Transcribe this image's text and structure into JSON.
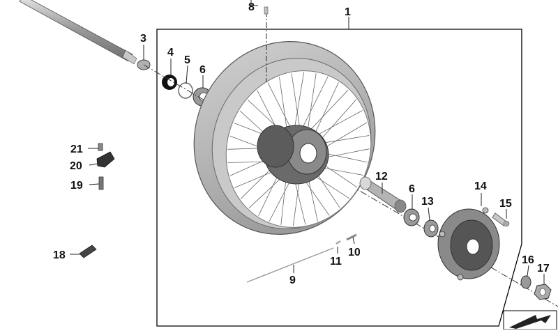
{
  "callouts": {
    "c1": "1",
    "c3": "3",
    "c4": "4",
    "c5": "5",
    "c6a": "6",
    "c6b": "6",
    "c8": "8",
    "c9": "9",
    "c10": "10",
    "c11": "11",
    "c12": "12",
    "c13": "13",
    "c14": "14",
    "c15": "15",
    "c16": "16",
    "c17": "17",
    "c18": "18",
    "c19": "19",
    "c20": "20",
    "c21": "21"
  },
  "colors": {
    "rim_outer": "#a9a9a9",
    "rim_inner": "#c9c9c9",
    "hub_dark": "#5c5c5c",
    "axle": "#b5b5b5",
    "frame": "#000000"
  },
  "icons": {
    "corner": "arrow-corner-icon"
  }
}
